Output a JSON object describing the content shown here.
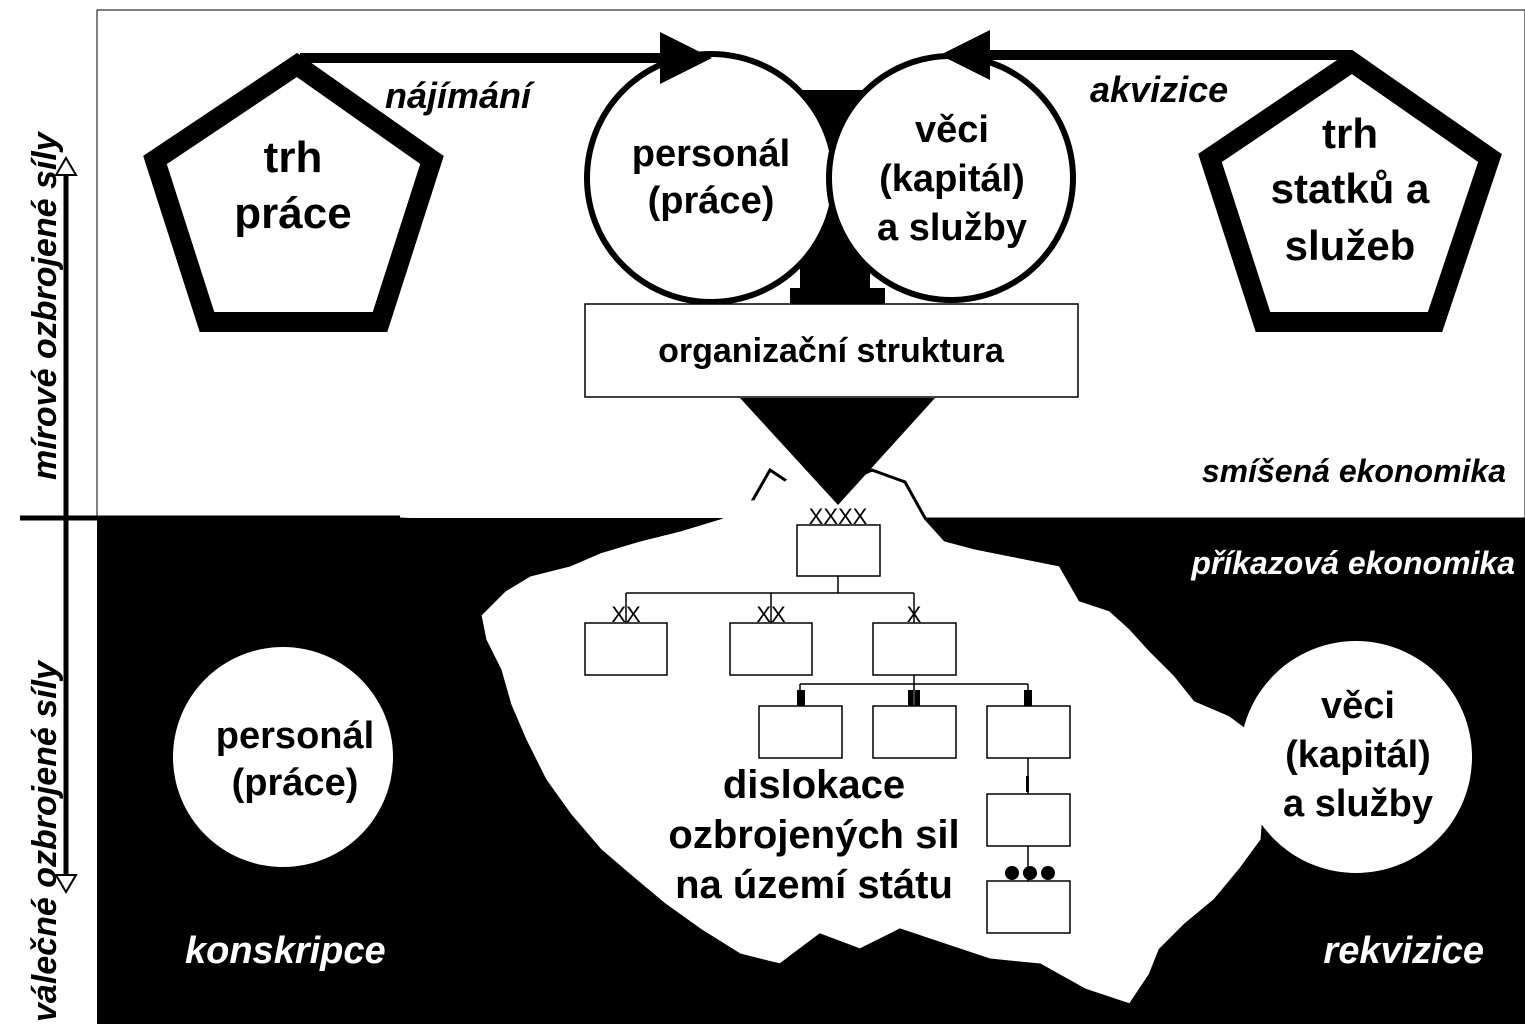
{
  "side_labels": {
    "peace": "mírové ozbrojené síly",
    "war": "válečné ozbrojené síly"
  },
  "top": {
    "labor_market": [
      "trh",
      "práce"
    ],
    "goods_market": [
      "trh",
      "statků a",
      "služeb"
    ],
    "hiring": "nájímání",
    "acquisition": "akvizice",
    "personnel": [
      "personál",
      "(práce)"
    ],
    "things": [
      "věci",
      "(kapitál)",
      "a služby"
    ],
    "org_structure": "organizační struktura",
    "economy": "smíšená ekonomika"
  },
  "bottom": {
    "economy": "příkazová ekonomika",
    "personnel": [
      "personál",
      "(práce)"
    ],
    "things": [
      "věci",
      "(kapitál)",
      "a služby"
    ],
    "conscription": "konskripce",
    "requisition": "rekvizice",
    "dislocation": [
      "dislokace",
      "ozbrojených sil",
      "na území státu"
    ]
  },
  "org_chart": {
    "top_mark": "XXXX",
    "level2_marks": [
      "XX",
      "XX",
      "X"
    ],
    "level3_marks": [
      "▮",
      "▮▮",
      "▮"
    ],
    "level4_mark": "|",
    "level5_mark": "●●●"
  },
  "colors": {
    "ink": "#000000",
    "paper": "#ffffff"
  }
}
